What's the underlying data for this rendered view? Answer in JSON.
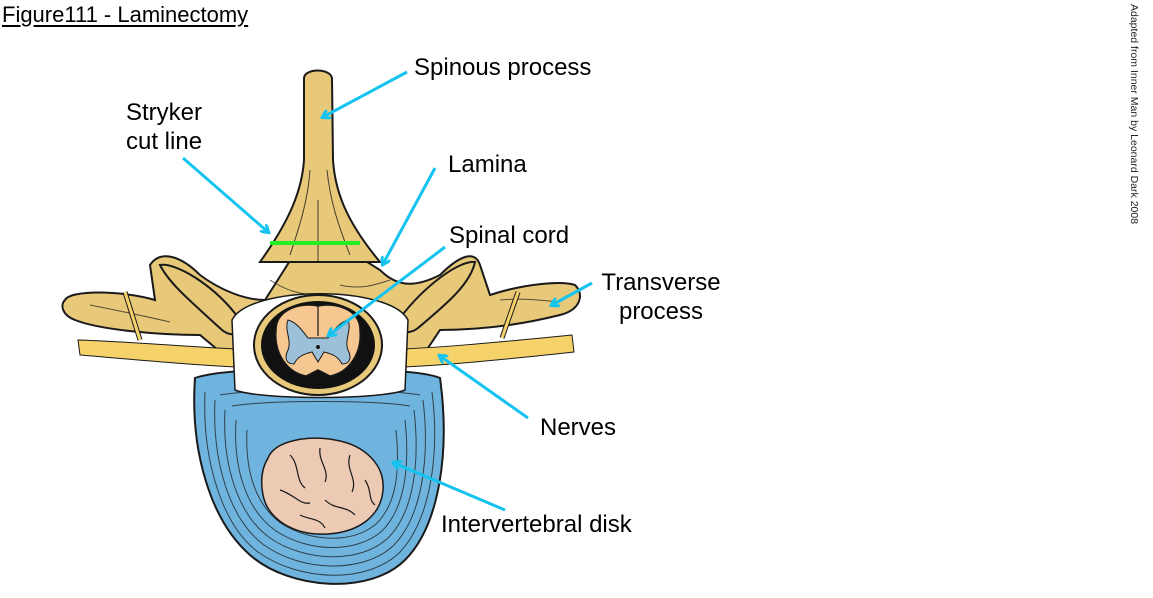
{
  "title": "Figure111 - Laminectomy",
  "credit": "Adapted from Inner Man by Leonard Dark 2008",
  "labels": {
    "spinous_process": "Spinous process",
    "stryker_line1": "Stryker",
    "stryker_line2": "cut line",
    "lamina": "Lamina",
    "spinal_cord": "Spinal cord",
    "transverse_line1": "Transverse",
    "transverse_line2": "process",
    "nerves": "Nerves",
    "intervertebral_disk": "Intervertebral disk"
  },
  "colors": {
    "bone": "#e8c97a",
    "nerve": "#f5d26a",
    "disk": "#6fb4de",
    "nucleus": "#eccab4",
    "cord_white": "#f6c790",
    "cord_grey": "#9cc0d8",
    "arrow": "#14c3f0",
    "cut_line": "#22ee22",
    "outline": "#1a1a1a"
  }
}
